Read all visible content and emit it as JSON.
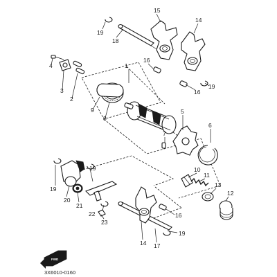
{
  "diagram": {
    "drawing_code": "3X6010-0160",
    "front_badge": "FWD",
    "callouts": {
      "c1": "1",
      "c2": "2",
      "c3": "3",
      "c4": "4",
      "c5": "5",
      "c6": "6",
      "c7": "7",
      "c8": "8",
      "c9": "9",
      "c10": "10",
      "c11": "11",
      "c12": "12",
      "c13": "13",
      "c14a": "14",
      "c14b": "14",
      "c15": "15",
      "c16a": "16",
      "c16b": "16",
      "c16c": "16",
      "c17": "17",
      "c18": "18",
      "c19a": "19",
      "c19b": "19",
      "c19c": "19",
      "c19d": "19",
      "c19e": "19",
      "c20": "20",
      "c21": "21",
      "c22": "22",
      "c23": "23"
    }
  }
}
